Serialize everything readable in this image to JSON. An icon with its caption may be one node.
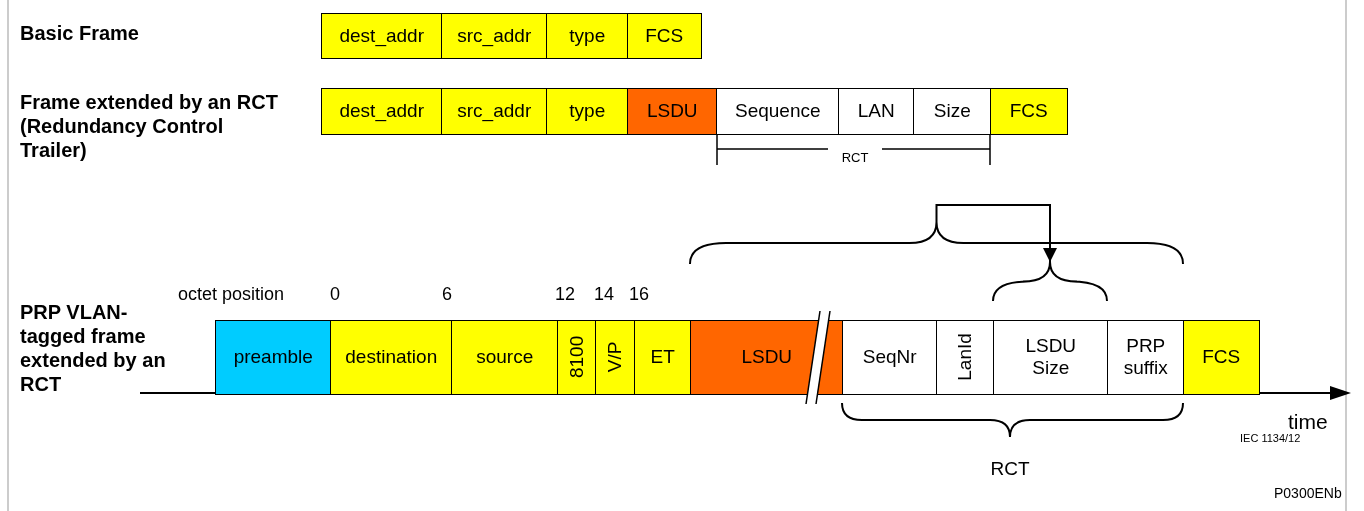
{
  "diagram": {
    "nodes": [
      {
        "text": [
          "dest_addr"
        ]
      },
      {
        "text": [
          "src_addr"
        ]
      },
      {
        "text": [
          "type"
        ]
      },
      {
        "text": [
          "FCS"
        ]
      },
      {
        "text": [
          "dest_addr"
        ]
      },
      {
        "text": [
          "src_addr"
        ]
      },
      {
        "text": [
          "type"
        ]
      },
      {
        "text": [
          "LSDU"
        ]
      },
      {
        "text": [
          "Sequence"
        ]
      },
      {
        "text": [
          "LAN"
        ]
      },
      {
        "text": [
          "Size"
        ]
      },
      {
        "text": [
          "FCS"
        ]
      },
      {
        "text": [
          "preamble"
        ]
      },
      {
        "text": [
          "destination"
        ]
      },
      {
        "text": [
          "source"
        ]
      },
      {
        "text": [
          "8100"
        ]
      },
      {
        "text": [
          "V/P"
        ]
      },
      {
        "text": [
          "ET"
        ]
      },
      {
        "text": [
          "LSDU"
        ]
      },
      {
        "text": [
          "SeqNr"
        ]
      },
      {
        "text": [
          "LanId"
        ]
      },
      {
        "text": [
          "LSDU Size"
        ]
      },
      {
        "text": [
          "PRP suffix"
        ]
      },
      {
        "text": [
          "FCS"
        ]
      },
      {
        "text": [],
        "shape": "brace"
      },
      {
        "text": [],
        "shape": "brace"
      }
    ],
    "edges": [
      {
        "from": 24,
        "to": 25,
        "arrow": "to"
      }
    ],
    "labels": [
      "Basic Frame",
      "Frame extended by an RCT (Redundancy Control Trailer)",
      "PRP VLAN-tagged frame extended by an RCT",
      "octet position",
      "0",
      "6",
      "12",
      "14",
      "16",
      "RCT",
      "RCT",
      "time",
      "IEC 1134/12",
      "P0300ENb"
    ]
  }
}
